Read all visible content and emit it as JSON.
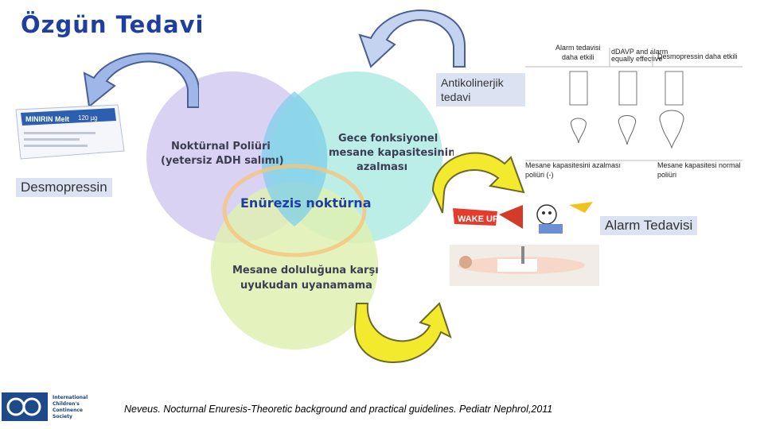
{
  "title": "Özgün Tedavi",
  "venn": {
    "top_left": [
      "Noktürnal Poliüri",
      "(yetersiz ADH salımı)"
    ],
    "top_right": [
      "Gece fonksiyonel",
      "mesane kapasitesinin",
      "azalması"
    ],
    "bottom": [
      "Mesane doluluğuna karşı",
      "uyukudan uyanamama"
    ],
    "center": "Enürezis noktürna",
    "colors": {
      "purple": "#d9d2f3",
      "teal": "#b5ece6",
      "green": "#dff0b3",
      "overlap": "#7fcfea"
    }
  },
  "labels": {
    "desmopressin": "Desmopressin",
    "anticholinergic": "Antikolinerjik tedavi",
    "alarm": "Alarm Tedavisi"
  },
  "medicine": {
    "brand": "MINIRIN Melt",
    "dose": "120 µg"
  },
  "alarm_image": {
    "caption": "WAKE UP!"
  },
  "bladder_figure": {
    "col1_header": [
      "Alarm tedavisi",
      "daha etkili"
    ],
    "col2_header": [
      "dDAVP and alarm",
      "equally effective"
    ],
    "col3_header": "Desmopressin daha etkili",
    "bottom_left": [
      "Mesane kapasitesini azalması",
      "poliüri (-)"
    ],
    "bottom_right": [
      "Mesane kapasitesi normal",
      "poliüri"
    ]
  },
  "logo": {
    "lines": [
      "International",
      "Children's",
      "Continence",
      "Society"
    ]
  },
  "reference": "Neveus. Nocturnal Enuresis-Theoretic background and practical guidelines. Pediatr Nephrol,2011"
}
